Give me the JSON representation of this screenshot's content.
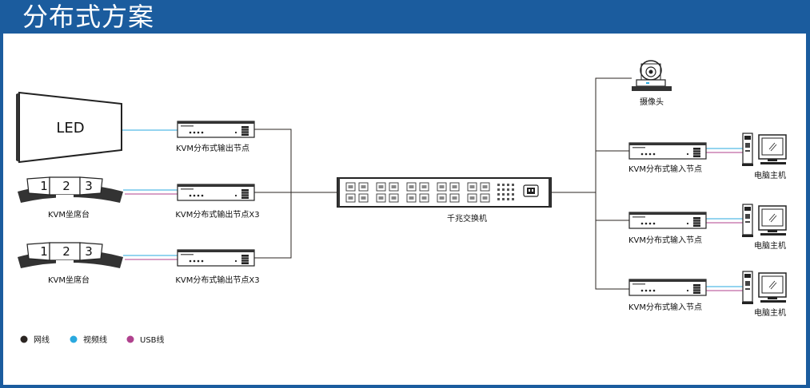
{
  "header": {
    "title": "分布式方案"
  },
  "colors": {
    "network": "#2b2522",
    "video": "#2aa9df",
    "usb": "#b0428e",
    "header_bg": "#1b5c9e"
  },
  "devices": {
    "led_screen": {
      "text": "LED"
    },
    "kvm_seat_1": {
      "label": "KVM坐席台",
      "digits": [
        "1",
        "2",
        "3"
      ]
    },
    "kvm_seat_2": {
      "label": "KVM坐席台",
      "digits": [
        "1",
        "2",
        "3"
      ]
    },
    "output_node_1": {
      "label": "KVM分布式输出节点"
    },
    "output_node_2": {
      "label": "KVM分布式输出节点X3"
    },
    "output_node_3": {
      "label": "KVM分布式输出节点X3"
    },
    "switch": {
      "label": "千兆交换机"
    },
    "camera": {
      "label": "摄像头"
    },
    "input_node_1": {
      "label": "KVM分布式输入节点"
    },
    "input_node_2": {
      "label": "KVM分布式输入节点"
    },
    "input_node_3": {
      "label": "KVM分布式输入节点"
    },
    "computer_1": {
      "label": "电脑主机"
    },
    "computer_2": {
      "label": "电脑主机"
    },
    "computer_3": {
      "label": "电脑主机"
    }
  },
  "legend": [
    {
      "label": "网线",
      "color": "#2b2522"
    },
    {
      "label": "视频线",
      "color": "#2aa9df"
    },
    {
      "label": "USB线",
      "color": "#b0428e"
    }
  ]
}
